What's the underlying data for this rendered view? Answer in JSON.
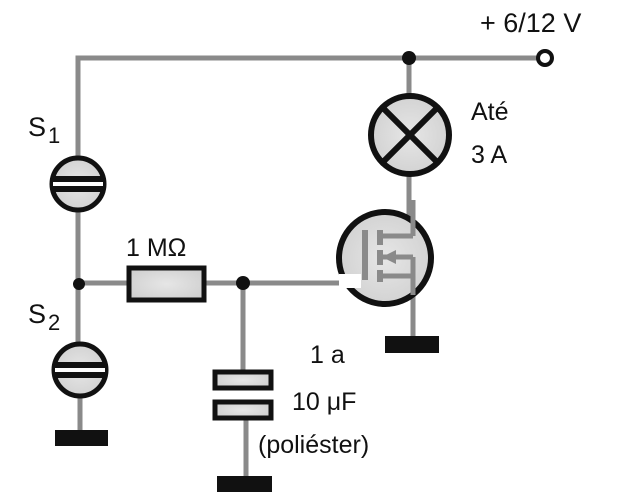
{
  "diagram": {
    "type": "circuit-schematic",
    "supply": {
      "label": "+ 6/12 V"
    },
    "lamp": {
      "label_line1": "Até",
      "label_line2": "3 A"
    },
    "switches": [
      {
        "id": "S1",
        "label_main": "S",
        "label_sub": "1"
      },
      {
        "id": "S2",
        "label_main": "S",
        "label_sub": "2"
      }
    ],
    "resistor": {
      "label": "1 MΩ"
    },
    "capacitor": {
      "label_line1": "1 a",
      "label_line2": "10 μF",
      "label_line3": "(poliéster)"
    },
    "transistor": {
      "kind": "MOSFET"
    },
    "colors": {
      "wire": "#8a8a8a",
      "outline": "#111111",
      "fill": "#dcdcdc",
      "background": "#ffffff"
    }
  }
}
